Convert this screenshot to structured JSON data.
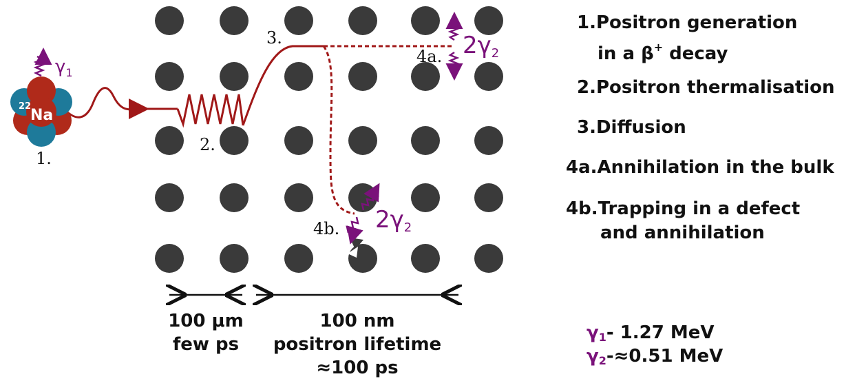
{
  "nucleus": {
    "mass_number": "22",
    "symbol": "Na"
  },
  "gamma1_label": {
    "symbol": "γ",
    "sub": "1"
  },
  "gamma2_top": {
    "prefix": "2",
    "symbol": "γ",
    "sub": "2"
  },
  "gamma2_bottom": {
    "prefix": "2",
    "symbol": "γ",
    "sub": "2"
  },
  "stage_labels": {
    "s1": "1.",
    "s2": "2.",
    "s3": "3.",
    "s4a": "4a.",
    "s4b": "4b."
  },
  "scales": {
    "left": {
      "line1": "100 μm",
      "line2": "few ps"
    },
    "right": {
      "line1": "100 nm",
      "line2": "positron lifetime",
      "line3": "≈100 ps"
    }
  },
  "legend": {
    "step1_line1": "1.Positron generation",
    "step1_line2_prefix": "in a β",
    "step1_line2_sup": "+",
    "step1_line2_suffix": " decay",
    "step2": "2.Positron thermalisation",
    "step3": "3.Diffusion",
    "step4a": "4a.Annihilation in the bulk",
    "step4b_line1": "4b.Trapping in a defect",
    "step4b_line2": "and annihilation"
  },
  "energies": {
    "g1": {
      "symbol": "γ",
      "sub": "1",
      "text": "- 1.27 MeV"
    },
    "g2": {
      "symbol": "γ",
      "sub": "2",
      "text": "-≈0.51 MeV"
    }
  },
  "colors": {
    "atom": "#3a3a3a",
    "path": "#a01818",
    "gamma": "#7a127a",
    "proton": "#b02a1a",
    "neutron": "#1e7a9a"
  }
}
